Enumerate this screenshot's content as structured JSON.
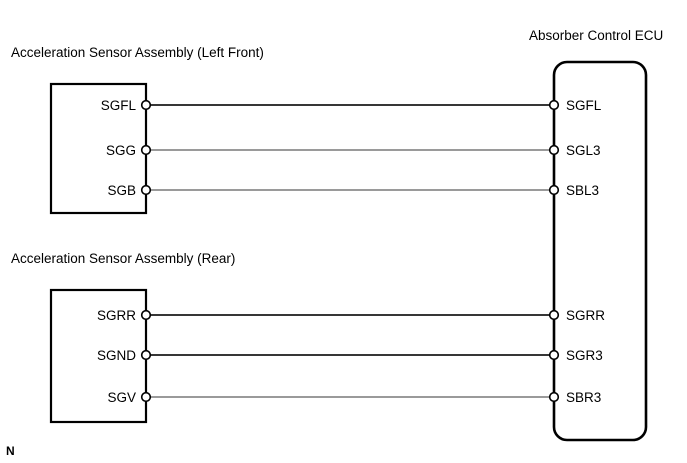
{
  "diagram": {
    "type": "wiring-diagram",
    "corner_mark": "N",
    "colors": {
      "background": "#ffffff",
      "outline": "#000000",
      "wire_black": "#1a1a1a",
      "wire_gray": "#8c8c8c"
    },
    "components": [
      {
        "id": "sensor-left-front",
        "title": "Acceleration Sensor Assembly (Left Front)",
        "pins": [
          "SGFL",
          "SGG",
          "SGB"
        ]
      },
      {
        "id": "sensor-rear",
        "title": "Acceleration Sensor Assembly (Rear)",
        "pins": [
          "SGRR",
          "SGND",
          "SGV"
        ]
      },
      {
        "id": "absorber-control-ecu",
        "title": "Absorber Control ECU",
        "pins": [
          "SGFL",
          "SGL3",
          "SBL3",
          "SGRR",
          "SGR3",
          "SBR3"
        ]
      }
    ],
    "connections": [
      {
        "from": "SGFL",
        "to": "SGFL",
        "color": "#1a1a1a"
      },
      {
        "from": "SGG",
        "to": "SGL3",
        "color": "#8c8c8c"
      },
      {
        "from": "SGB",
        "to": "SBL3",
        "color": "#8c8c8c"
      },
      {
        "from": "SGRR",
        "to": "SGRR",
        "color": "#1a1a1a"
      },
      {
        "from": "SGND",
        "to": "SGR3",
        "color": "#1a1a1a"
      },
      {
        "from": "SGV",
        "to": "SBR3",
        "color": "#8c8c8c"
      }
    ]
  }
}
